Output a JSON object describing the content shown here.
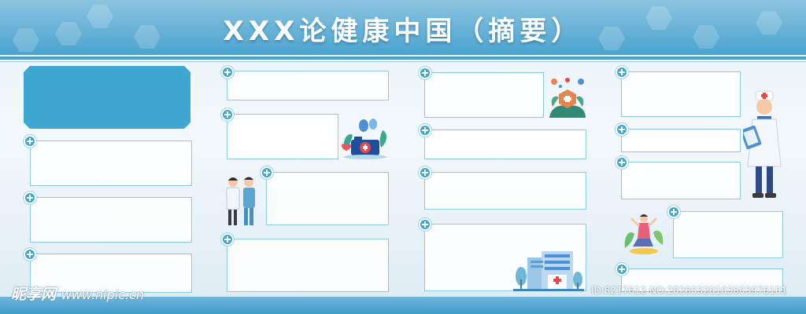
{
  "title": "XXX论健康中国（摘要）",
  "watermark": {
    "site": "昵享网",
    "url": "www.nipic.cn"
  },
  "image_id": "ID:8217612 NO:20260320103603976101",
  "colors": {
    "header": "#4aa3cf",
    "panel": "#3ea7d2",
    "box_border": "#8ccbe0"
  },
  "icons": [
    "plus-icon",
    "medical-kit-icon",
    "doctors-icon",
    "medical-plants-icon",
    "doctor-with-clipboard-icon",
    "hospital-building-icon",
    "yoga-person-icon"
  ]
}
